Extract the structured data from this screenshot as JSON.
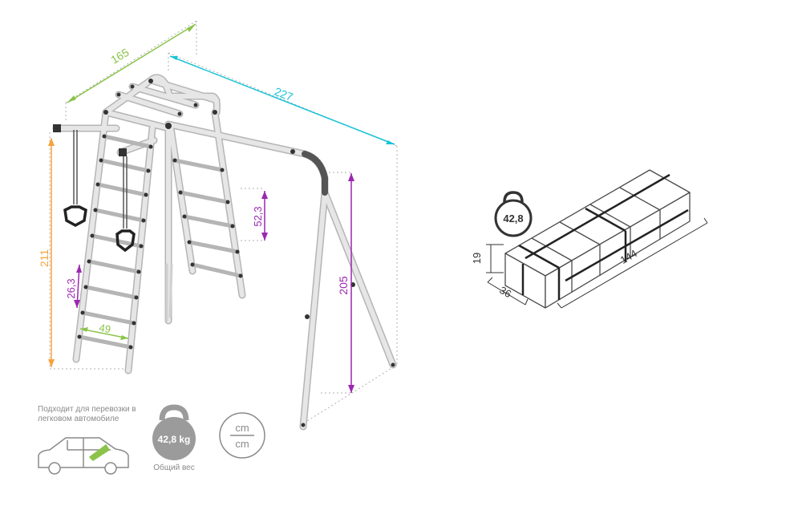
{
  "colors": {
    "width_dim": "#8bc34a",
    "length_dim": "#19c3d6",
    "height_dim": "#f7a23b",
    "step_dim": "#9c27b0",
    "frame": "#e6e6e6",
    "frame_outline": "#b5b5b5",
    "joint": "#333333",
    "text_gray": "#8a8a8a",
    "box_line": "#4a4a4a"
  },
  "dimensions": {
    "width": "165",
    "length": "227",
    "height": "211",
    "ladder_step_small": "26,3",
    "ladder_width": "49",
    "rear_ladder_step": "52,3",
    "swing_height": "205"
  },
  "package": {
    "weight": "42,8",
    "height": "19",
    "width": "36",
    "length": "144"
  },
  "info": {
    "transport_text": "Подходит для перевозки в легковом автомобиле",
    "total_weight": "42,8 kg",
    "total_weight_label": "Общий вес",
    "units_top": "cm",
    "units_bottom": "cm"
  }
}
